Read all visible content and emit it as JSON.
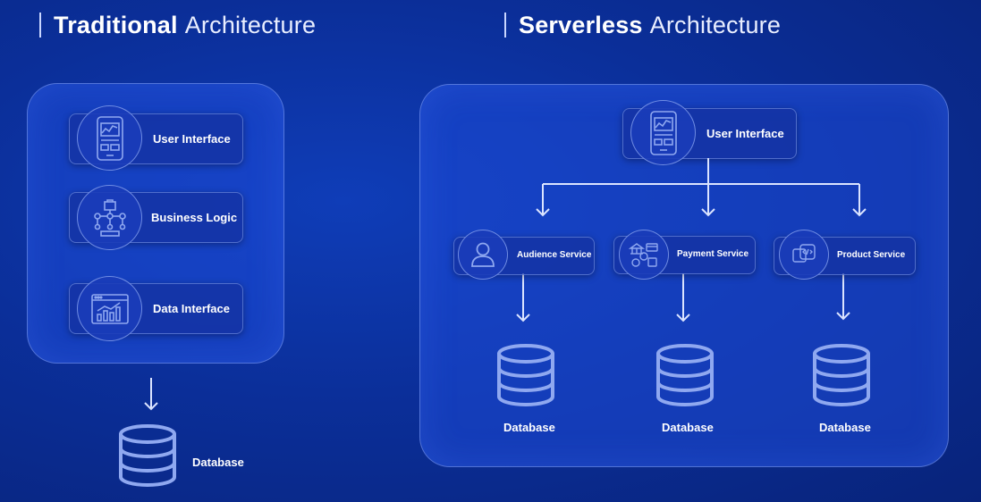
{
  "traditional": {
    "heading_bold": "Traditional",
    "heading_light": "Architecture",
    "layers": [
      {
        "label": "User Interface",
        "icon": "tablet-chart-icon"
      },
      {
        "label": "Business Logic",
        "icon": "hierarchy-icon"
      },
      {
        "label": "Data Interface",
        "icon": "bar-chart-window-icon"
      }
    ],
    "database_label": "Database"
  },
  "serverless": {
    "heading_bold": "Serverless",
    "heading_light": "Architecture",
    "ui_label": "User Interface",
    "services": [
      {
        "label": "Audience Service",
        "icon": "user-icon"
      },
      {
        "label": "Payment Service",
        "icon": "payment-icon"
      },
      {
        "label": "Product Service",
        "icon": "product-icon"
      }
    ],
    "database_labels": [
      "Database",
      "Database",
      "Database"
    ]
  },
  "colors": {
    "background": "#0b2f9a",
    "line": "#dbe4ff",
    "icon_stroke": "#8fa8f0"
  }
}
